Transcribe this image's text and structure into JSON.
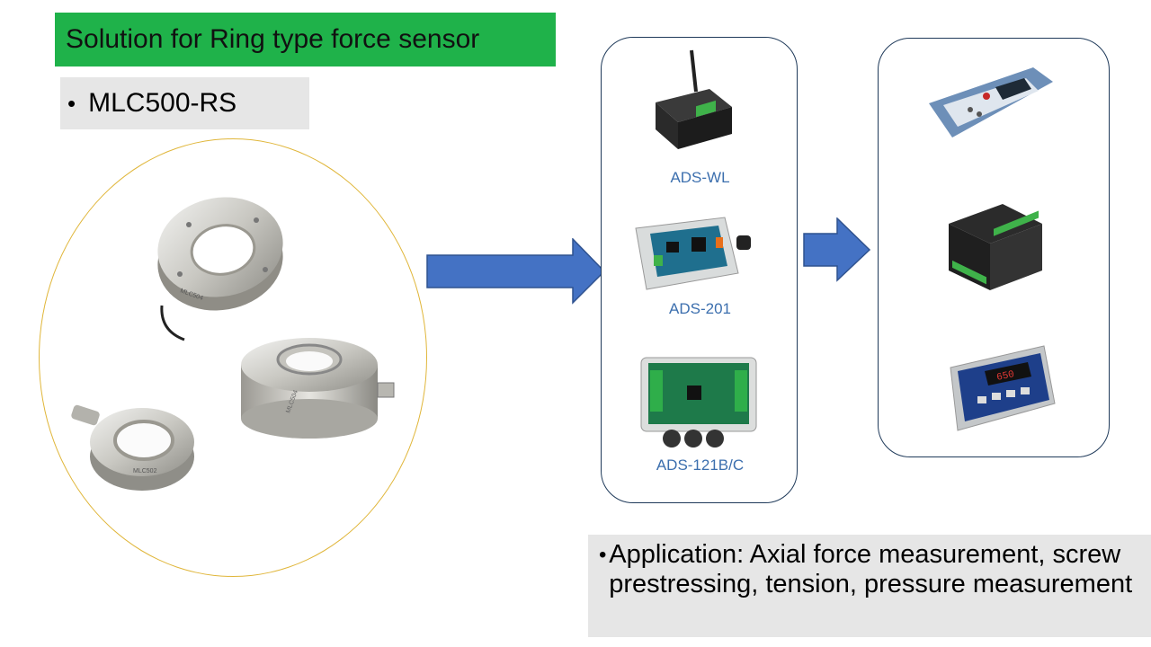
{
  "slide": {
    "title": "Solution for Ring type force sensor",
    "model": "MLC500-RS",
    "bullet_glyph": "•",
    "modules": [
      {
        "label": "ADS-WL"
      },
      {
        "label": "ADS-201"
      },
      {
        "label": "ADS-121B/C"
      }
    ],
    "sensor_markings": [
      "MLC504",
      "MLC504",
      "MLC502"
    ],
    "display_reading": "650",
    "application_text": "Application: Axial force measurement, screw prestressing, tension, pressure measurement",
    "colors": {
      "title_banner": "#1fb24a",
      "arrow": "#4472c4",
      "module_label": "#3c6fae",
      "ellipse_border": "#e0b63a",
      "panel_border": "#1f3a5a",
      "gray_box": "#e6e6e6"
    }
  }
}
